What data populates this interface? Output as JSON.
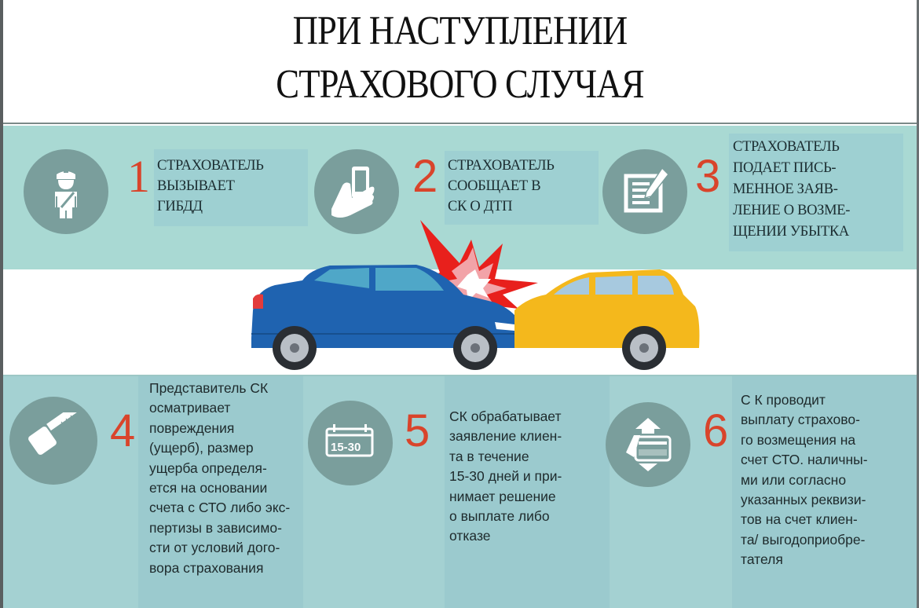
{
  "title": {
    "line1": "ПРИ НАСТУПЛЕНИИ",
    "line2": "СТРАХОВОГО СЛУЧАЯ"
  },
  "colors": {
    "accent_number": "#d9442b",
    "icon_circle": "#7a9e9c",
    "band_top": "#a9d9d3",
    "band_bottom": "#a4d1d2",
    "car_left": "#1f63b0",
    "car_right": "#f4b81c",
    "crash_star": "#e8201c"
  },
  "steps": [
    {
      "number": "1",
      "icon": "traffic-police-officer-icon",
      "lines": [
        "СТРАХОВАТЕЛЬ",
        "ВЫЗЫВАЕТ",
        "ГИБДД"
      ]
    },
    {
      "number": "2",
      "icon": "hand-holding-phone-icon",
      "lines": [
        "СТРАХОВАТЕЛЬ",
        "СООБЩАЕТ В",
        "СК О ДТП"
      ]
    },
    {
      "number": "3",
      "icon": "document-pencil-icon",
      "lines": [
        "СТРАХОВАТЕЛЬ",
        "ПОДАЕТ ПИСЬ-",
        "МЕННОЕ ЗАЯВ-",
        "ЛЕНИЕ О ВОЗМЕ-",
        "ЩЕНИИ УБЫТКА"
      ]
    },
    {
      "number": "4",
      "icon": "tape-measure-icon",
      "lines": [
        "Представитель СК",
        "осматривает",
        "повреждения",
        "(ущерб), размер",
        "ущерба определя-",
        "ется на основании",
        "счета с СТО либо экс-",
        "пертизы в зависимо-",
        "сти от условий дого-",
        "вора страхования"
      ]
    },
    {
      "number": "5",
      "icon": "calendar-15-30-icon",
      "icon_label": "15-30",
      "lines": [
        "СК обрабатывает",
        "заявление клиен-",
        "та в течение",
        "15-30 дней и при-",
        "нимает решение",
        "о выплате либо",
        "отказе"
      ]
    },
    {
      "number": "6",
      "icon": "payment-card-transfer-icon",
      "lines": [
        "С К проводит",
        "выплату страхово-",
        "го возмещения на",
        "счет СТО. наличны-",
        "ми или согласно",
        "указанных реквизи-",
        "тов на счет клиен-",
        "та/ выгодоприобре-",
        "тателя"
      ]
    }
  ],
  "illustration": {
    "description": "car-collision-illustration",
    "left_car": "blue hatchback",
    "right_car": "yellow hatchback"
  }
}
